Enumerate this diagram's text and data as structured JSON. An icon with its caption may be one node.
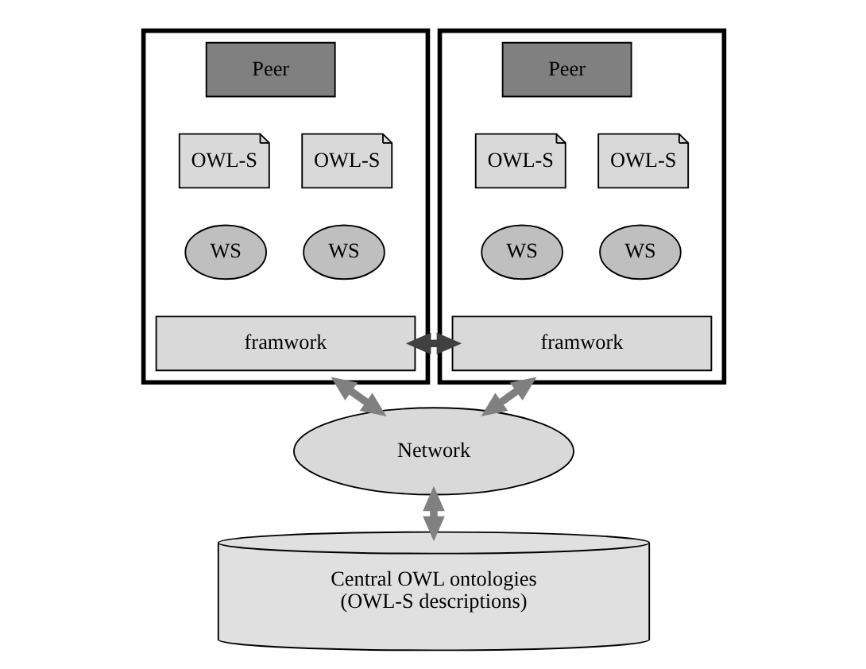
{
  "diagram": {
    "nodes": [
      {
        "text": [],
        "shape": "box"
      },
      {
        "text": [
          "Peer"
        ],
        "in": 0
      },
      {
        "text": [
          "OWL-S"
        ],
        "in": 0
      },
      {
        "text": [
          "OWL-S"
        ],
        "in": 0
      },
      {
        "text": [
          "WS"
        ],
        "in": 0
      },
      {
        "text": [
          "WS"
        ],
        "in": 0
      },
      {
        "text": [
          "framwork"
        ],
        "in": 0
      },
      {
        "text": [],
        "shape": "box"
      },
      {
        "text": [
          "Peer"
        ],
        "in": 7
      },
      {
        "text": [
          "OWL-S"
        ],
        "in": 7
      },
      {
        "text": [
          "OWL-S"
        ],
        "in": 7
      },
      {
        "text": [
          "WS"
        ],
        "in": 7
      },
      {
        "text": [
          "WS"
        ],
        "in": 7
      },
      {
        "text": [
          "framwork"
        ],
        "in": 7
      },
      {
        "text": [
          "Network"
        ]
      },
      {
        "text": [
          "Central OWL ontologies",
          "(OWL-S descriptions)"
        ]
      }
    ],
    "edges": [
      {
        "from": 6,
        "to": 13,
        "arrow": "both",
        "color": "#404040"
      },
      {
        "from": 0,
        "to": 14,
        "arrow": "both"
      },
      {
        "from": 7,
        "to": 14,
        "arrow": "both"
      },
      {
        "from": 14,
        "to": 15,
        "arrow": "both"
      }
    ]
  }
}
